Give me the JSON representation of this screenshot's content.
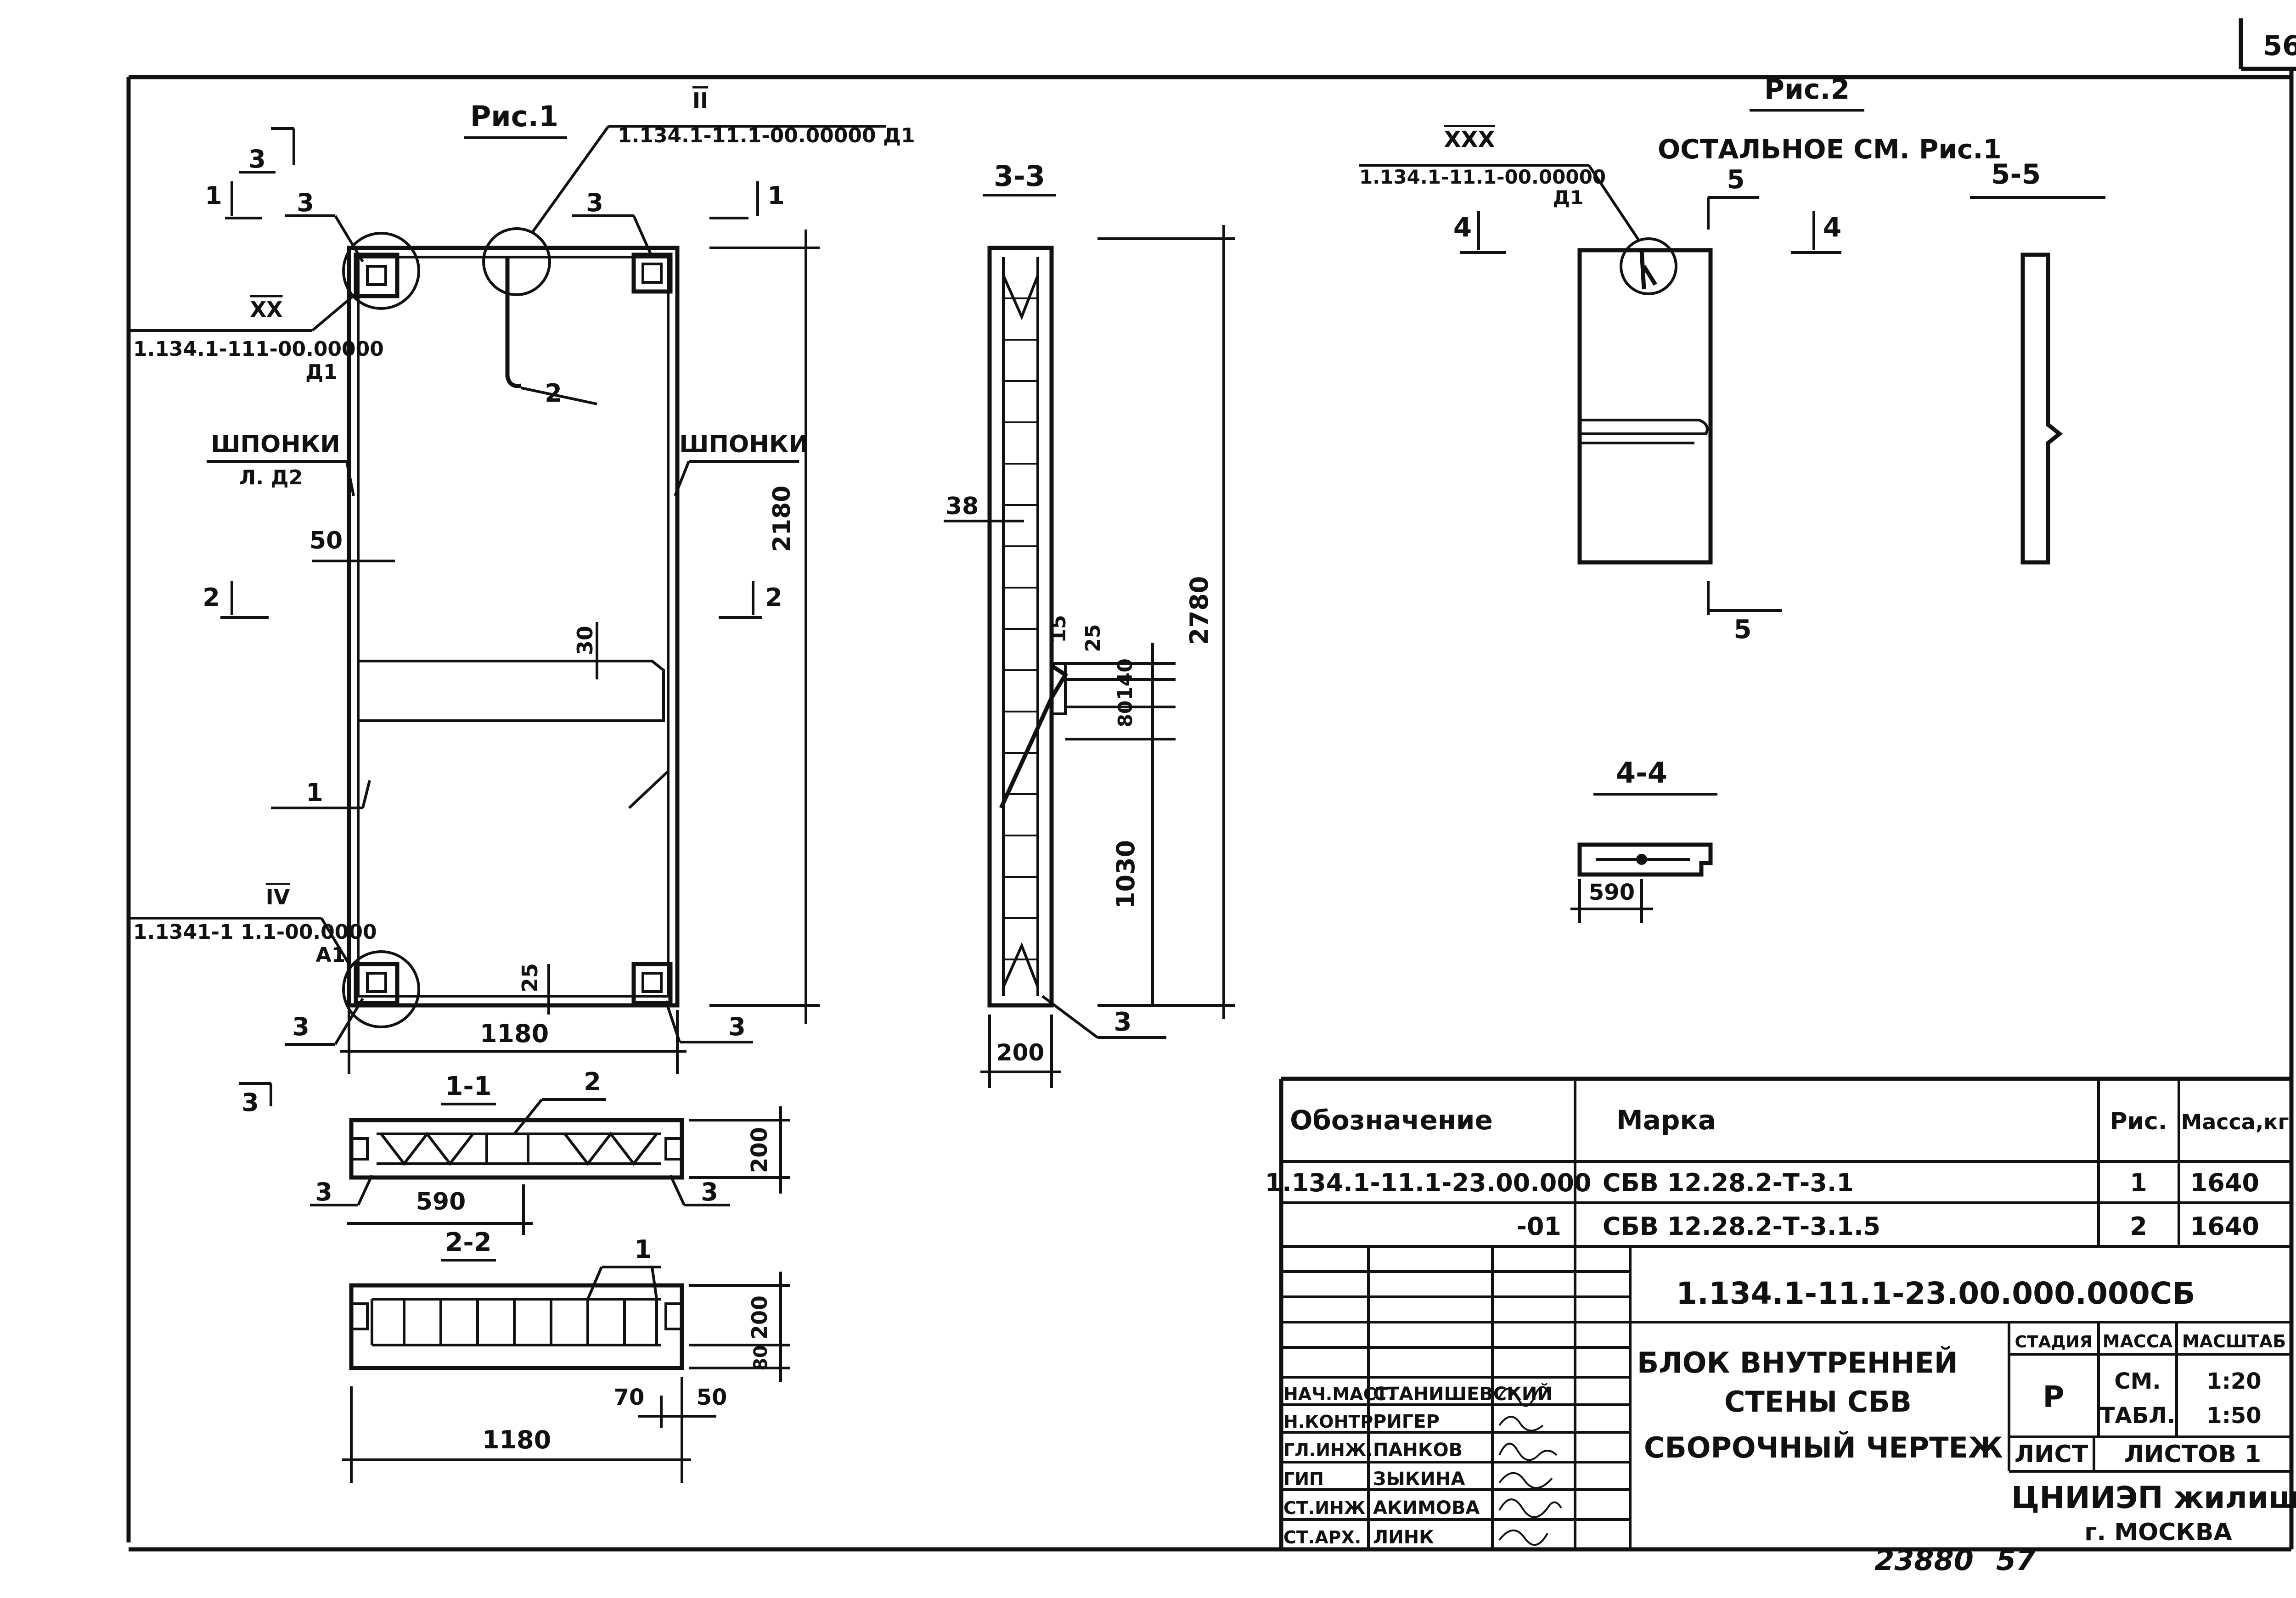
{
  "sheet": {
    "page_number": "56",
    "footer_number": "23880",
    "footer_sheet": "57"
  },
  "fig1": {
    "title": "Рис.1",
    "callout_top_numeral": "II",
    "callout_top_code": "1.134.1-11.1-00.00000 Д1",
    "callout_left_numeral": "XX",
    "callout_left_code": "1.134.1-111-00.00000",
    "callout_left_sheet": "Д1",
    "callout_bottom_numeral": "IV",
    "callout_bottom_code": "1.1341-1 1.1-00.0000",
    "callout_bottom_sheet": "А1",
    "shponki_left": "ШПОНКИ",
    "shponki_left_ref": "Л. Д2",
    "shponki_right": "ШПОНКИ",
    "dim_height": "2180",
    "dim_width": "1180",
    "dim_50": "50",
    "dim_30": "30",
    "dim_25": "25",
    "pos1": "1",
    "pos2": "2",
    "pos3": "3",
    "cut1": "1",
    "cut2": "2",
    "cut3": "3"
  },
  "section11": {
    "title": "1-1",
    "pos2": "2",
    "pos3": "3",
    "dim_590": "590",
    "dim_200": "200"
  },
  "section22": {
    "title": "2-2",
    "pos1": "1",
    "dim_200": "200",
    "dim_80": "80",
    "dim_70": "70",
    "dim_50": "50",
    "dim_1180": "1180"
  },
  "section33": {
    "title": "3-3",
    "dim_38": "38",
    "dim_2780": "2780",
    "dim_25": "25",
    "dim_15": "15",
    "dim_140": "140",
    "dim_80": "80",
    "dim_1030": "1030",
    "dim_200": "200",
    "pos3": "3"
  },
  "fig2": {
    "title": "Рис.2",
    "note": "ОСТАЛЬНОЕ СМ. Рис.1",
    "callout_numeral": "XXX",
    "callout_code": "1.134.1-11.1-00.00000",
    "callout_sheet": "Д1",
    "cut4": "4",
    "cut5": "5"
  },
  "section55": {
    "title": "5-5"
  },
  "section44": {
    "title": "4-4",
    "dim_590": "590"
  },
  "spec_table": {
    "headers": [
      "Обозначение",
      "Марка",
      "Рис.",
      "Масса,кг"
    ],
    "rows": [
      [
        "1.134.1-11.1-23.00.000",
        "СБВ 12.28.2-Т-3.1",
        "1",
        "1640"
      ],
      [
        "-01",
        "СБВ 12.28.2-Т-3.1.5",
        "2",
        "1640"
      ]
    ]
  },
  "title_block": {
    "doc_code": "1.134.1-11.1-23.00.000.000СБ",
    "title_line1": "БЛОК ВНУТРЕННЕЙ",
    "title_line2": "СТЕНЫ СБВ",
    "title_line3": "СБОРОЧНЫЙ ЧЕРТЕЖ",
    "stage_header": "СТАДИЯ",
    "mass_header": "МАССА",
    "scale_header": "МАСШТАБ",
    "stage": "Р",
    "mass_line1": "СМ.",
    "mass_line2": "ТАБЛ.",
    "scale1": "1:20",
    "scale2": "1:50",
    "sheet_label": "ЛИСТ",
    "sheets_label": "ЛИСТОВ 1",
    "org_name": "ЦНИИЭП жилища",
    "org_city": "г. МОСКВА",
    "staff": [
      {
        "role": "НАЧ.МАСТ.",
        "name": "СТАНИШЕВСКИЙ"
      },
      {
        "role": "Н.КОНТР.",
        "name": "РИГЕР"
      },
      {
        "role": "ГЛ.ИНЖ.",
        "name": "ПАНКОВ"
      },
      {
        "role": "ГИП",
        "name": "ЗЫКИНА"
      },
      {
        "role": "СТ.ИНЖ.",
        "name": "АКИМОВА"
      },
      {
        "role": "СТ.АРХ.",
        "name": "ЛИНК"
      }
    ]
  }
}
